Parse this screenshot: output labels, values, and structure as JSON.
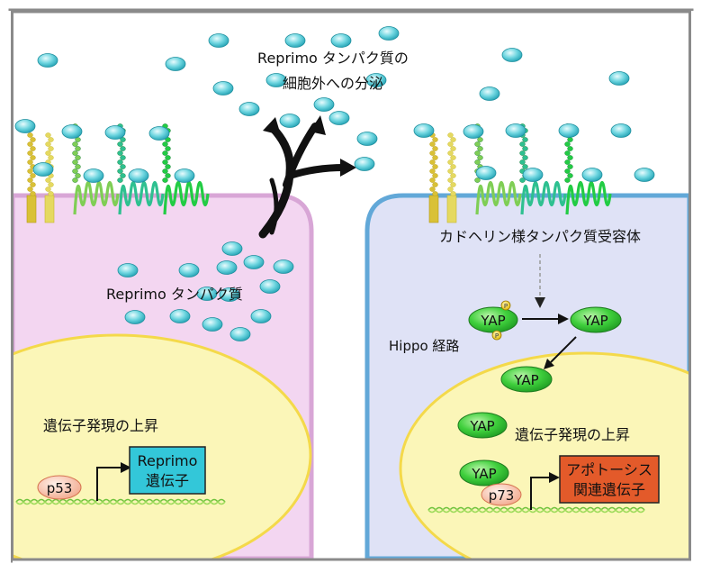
{
  "labels": {
    "secretion_line1": "Reprimo タンパク質の",
    "secretion_line2": "細胞外への分泌",
    "reprimo_protein": "Reprimo タンパク質",
    "receptor": "カドヘリン様タンパク質受容体",
    "hippo": "Hippo 経路",
    "gene_up_left": "遺伝子発現の上昇",
    "gene_up_right": "遺伝子発現の上昇",
    "p53": "p53",
    "p73": "p73",
    "reprimo_gene_line1": "Reprimo",
    "reprimo_gene_line2": "遺伝子",
    "apoptosis_line1": "アポトーシス",
    "apoptosis_line2": "関連遺伝子",
    "yap": "YAP",
    "phospho": "P"
  },
  "colors": {
    "frame": "#8a8a8a",
    "left_cell": "#f3d6f1",
    "left_cell_border": "#d8a6d6",
    "right_cell": "#dfe2f6",
    "right_cell_border": "#62a8d8",
    "nucleus": "#fbf6b8",
    "nucleus_border": "#f4d94a",
    "protein": "#5fd0dc",
    "yap": "#2fc63a",
    "reprimo_box": "#33c7d9",
    "apoptosis_box": "#e35a2a",
    "dna": "#7bcf4a"
  }
}
